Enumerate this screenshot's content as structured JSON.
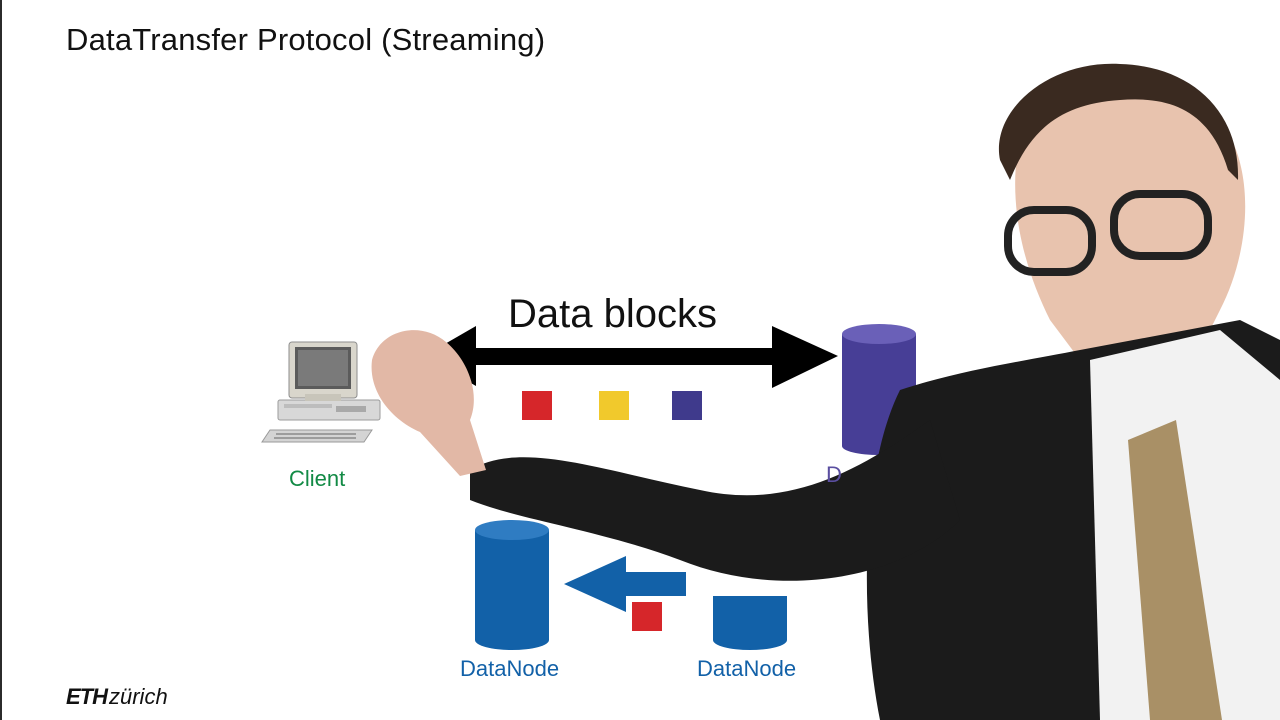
{
  "slide": {
    "title": "DataTransfer Protocol (Streaming)",
    "arrow_label": "Data blocks",
    "client_label": "Client",
    "datanode_labels": [
      "DataNode",
      "DataNode"
    ],
    "hidden_node_label_fragment": "D",
    "logo": {
      "bold": "ETH",
      "rest": "zürich"
    }
  },
  "colors": {
    "title": "#111111",
    "client_label": "#128a45",
    "datanode_blue": "#1261a8",
    "namenode_purple": "#473e96",
    "block_red": "#d6262a",
    "block_yellow": "#f1c92c",
    "block_purple": "#3f3a8c"
  },
  "icons": [
    "computer-icon",
    "database-icon",
    "arrow-icon"
  ]
}
